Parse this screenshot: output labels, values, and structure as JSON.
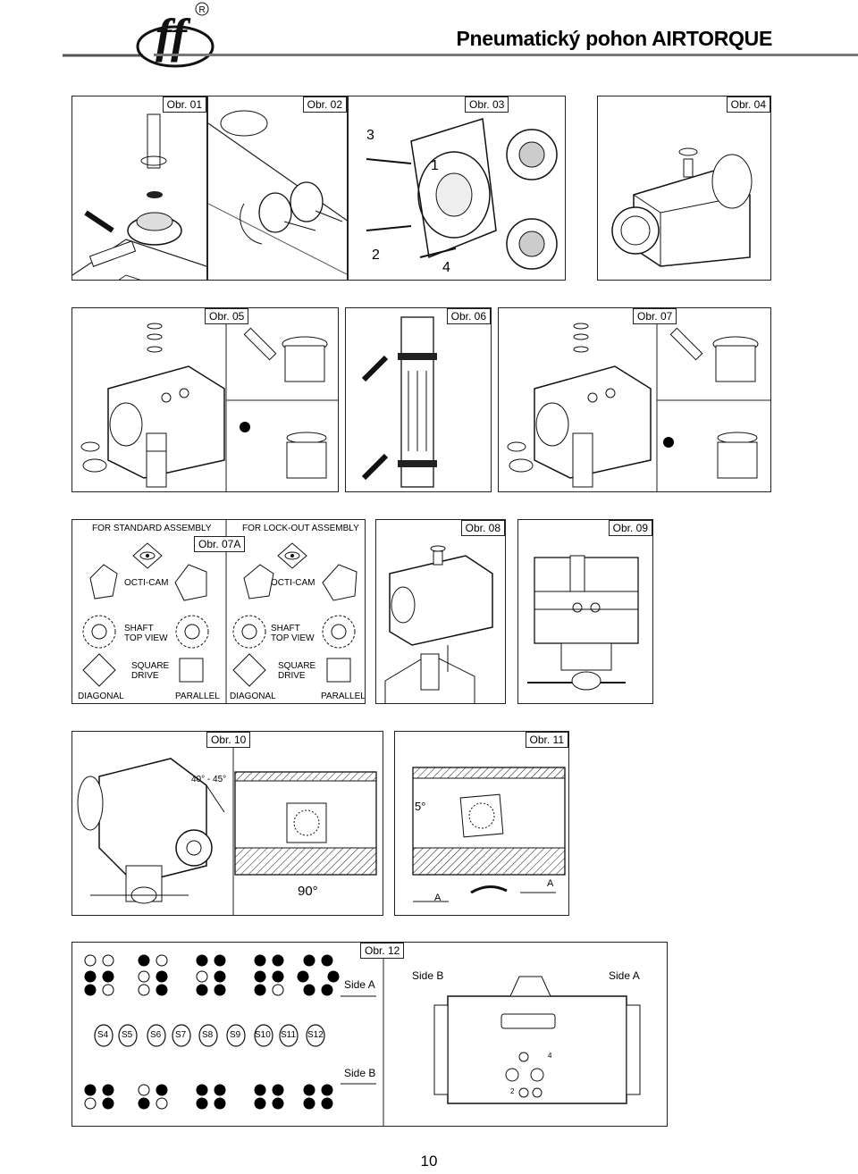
{
  "header": {
    "title": "Pneumatický pohon AIRTORQUE",
    "logo_text": "ff",
    "registered_mark": "R"
  },
  "figures": {
    "obr01": "Obr. 01",
    "obr02": "Obr. 02",
    "obr03": "Obr. 03",
    "obr04": "Obr. 04",
    "obr05": "Obr. 05",
    "obr06": "Obr. 06",
    "obr07": "Obr. 07",
    "obr07a": "Obr. 07A",
    "obr08": "Obr. 08",
    "obr09": "Obr. 09",
    "obr10": "Obr. 10",
    "obr11": "Obr. 11",
    "obr12": "Obr. 12"
  },
  "obr03_labels": {
    "n1": "1",
    "n2": "2",
    "n3": "3",
    "n4": "4"
  },
  "obr07a_labels": {
    "standard": "FOR STANDARD ASSEMBLY",
    "lockout": "FOR LOCK-OUT ASSEMBLY",
    "octi_cam_1": "OCTI-CAM",
    "octi_cam_2": "OCTI-CAM",
    "shaft_top_1": "SHAFT TOP VIEW",
    "shaft_top_2": "SHAFT TOP VIEW",
    "square_1": "SQUARE DRIVE",
    "square_2": "SQUARE DRIVE",
    "diagonal_1": "DIAGONAL",
    "parallel_1": "PARALLEL",
    "diagonal_2": "DIAGONAL",
    "parallel_2": "PARALLEL"
  },
  "obr10_labels": {
    "angle": "40° - 45°",
    "rot": "90°"
  },
  "obr11_labels": {
    "angle": "5°",
    "a1": "A",
    "a2": "A"
  },
  "obr12_labels": {
    "side_a_left": "Side A",
    "side_b_left": "Side B",
    "side_b_top": "Side B",
    "side_a_top": "Side A",
    "springs": [
      "S4",
      "S5",
      "S6",
      "S7",
      "S8",
      "S9",
      "S10",
      "S11",
      "S12"
    ],
    "port_4": "4",
    "port_2": "2"
  },
  "page_number": "10"
}
